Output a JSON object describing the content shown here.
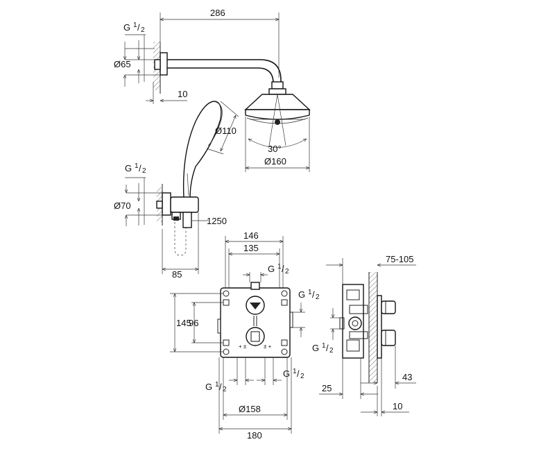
{
  "drawing": {
    "head_arm_length": "286",
    "thread_top": "G",
    "thread_fraction_num": "1",
    "thread_fraction_den": "2",
    "flange_diameter_top": "Ø65",
    "flange_depth_top": "10",
    "handshower_diameter": "Ø110",
    "head_angle": "30°",
    "head_diameter": "Ø160",
    "flange_diameter_mid": "Ø70",
    "hose_length": "1250",
    "outlet_projection": "85",
    "plate_width_outer": "146",
    "plate_width_inner": "135",
    "plate_height": "145",
    "plate_spacing": "96",
    "cover_diameter": "Ø158",
    "cover_width": "180",
    "install_depth": "75-105",
    "wall_offset": "25",
    "handle_projection": "43",
    "cover_thickness": "10"
  }
}
